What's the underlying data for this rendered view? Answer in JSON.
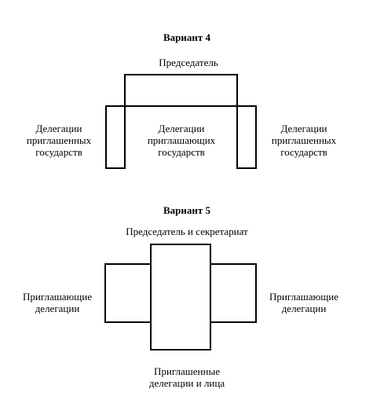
{
  "variant4": {
    "heading": "Вариант 4",
    "chair_label": "Председатель",
    "left_label": [
      "Делегации",
      "приглашенных",
      "государств"
    ],
    "center_label": [
      "Делегации",
      "приглашающих",
      "государств"
    ],
    "right_label": [
      "Делегации",
      "приглашенных",
      "государств"
    ]
  },
  "variant5": {
    "heading": "Вариант 5",
    "top_label": "Председатель и секретариат",
    "left_label": [
      "Приглашающие",
      "делегации"
    ],
    "right_label": [
      "Приглашающие",
      "делегации"
    ],
    "bottom_label": [
      "Приглашенные",
      "делегации и лица"
    ]
  },
  "colors": {
    "line": "#000000",
    "background": "#ffffff"
  }
}
